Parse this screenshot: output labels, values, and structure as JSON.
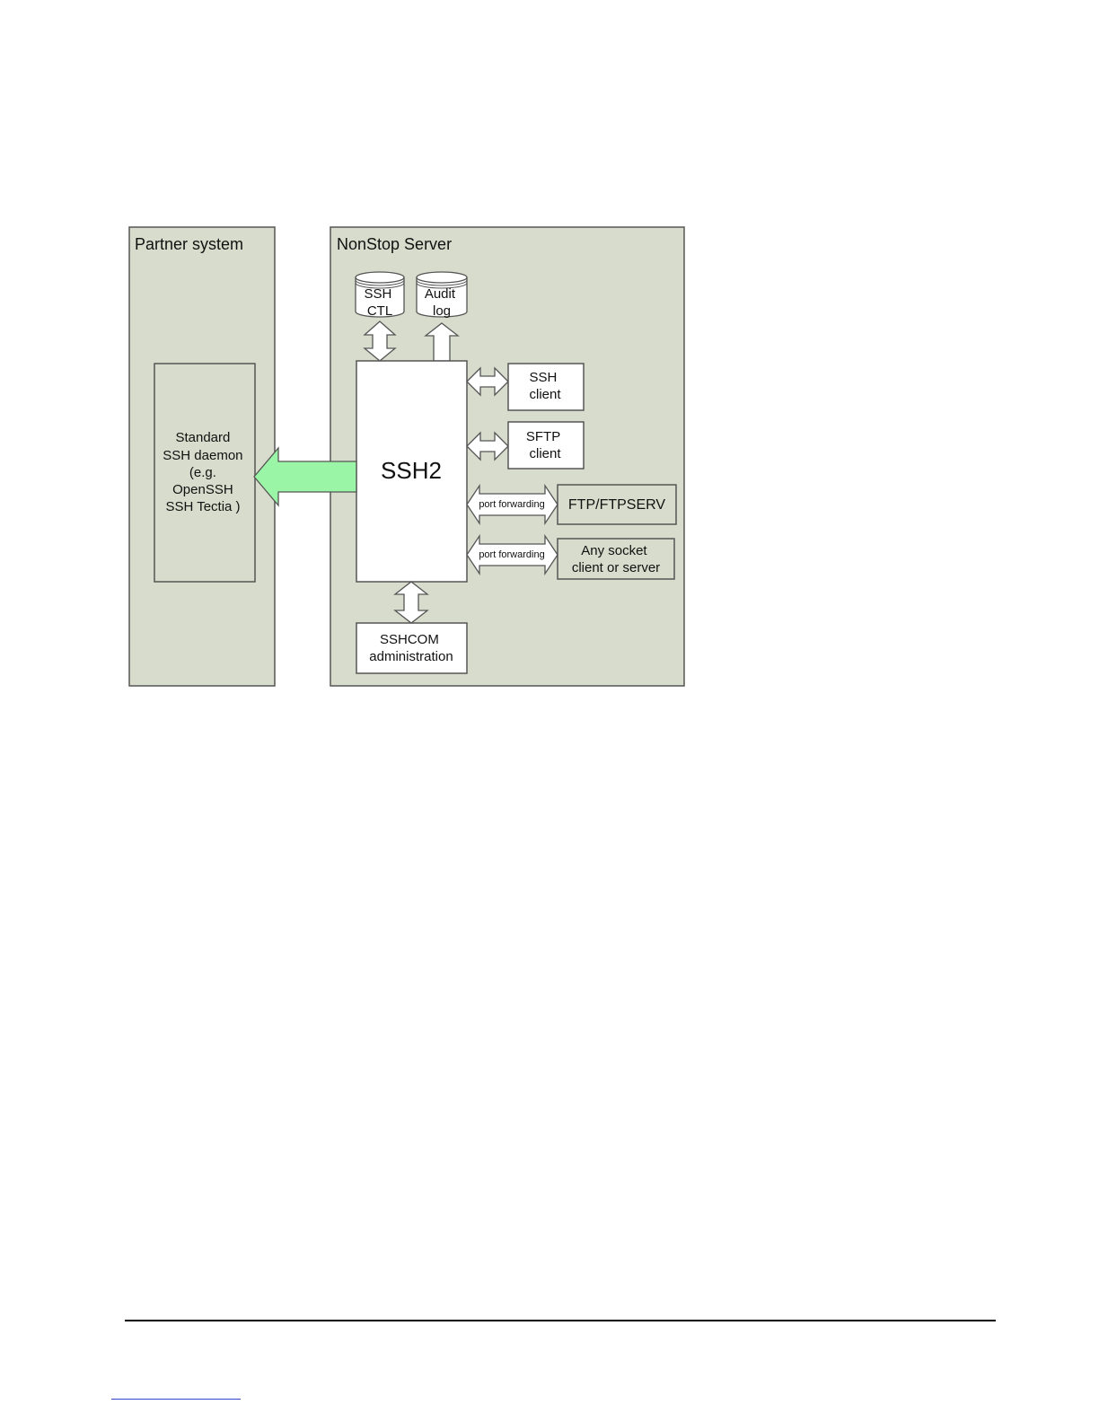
{
  "diagram": {
    "partner_system": {
      "title": "Partner system",
      "daemon_lines": [
        "Standard",
        "SSH daemon",
        "(e.g.",
        "OpenSSH",
        "SSH Tectia )"
      ]
    },
    "nonstop_server": {
      "title": "NonStop Server",
      "ssh_ctl": [
        "SSH",
        "CTL"
      ],
      "audit_log": [
        "Audit",
        "log"
      ],
      "core": "SSH2",
      "ssh_client": [
        "SSH",
        "client"
      ],
      "sftp_client": [
        "SFTP",
        "client"
      ],
      "port_forwarding_1": "port forwarding",
      "port_forwarding_2": "port forwarding",
      "ftp": "FTP/FTPSERV",
      "any_socket": [
        "Any socket",
        "client or server"
      ],
      "sshcom": [
        "SSHCOM",
        "administration"
      ]
    },
    "colors": {
      "panel_fill": "#d8dccc",
      "box_fill": "#ffffff",
      "connection_arrow": "#9af5a6",
      "stroke": "#555555"
    }
  }
}
